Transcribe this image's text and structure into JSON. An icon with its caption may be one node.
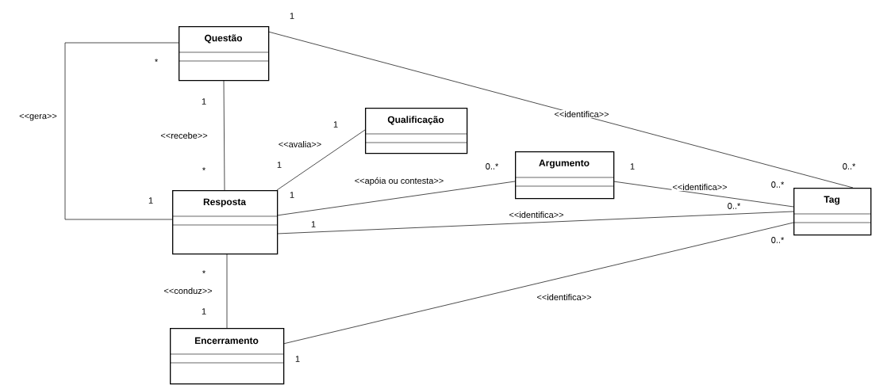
{
  "diagram": {
    "nodes": [
      {
        "text": [
          "Questão"
        ]
      },
      {
        "text": [
          "Qualificação"
        ]
      },
      {
        "text": [
          "Argumento"
        ]
      },
      {
        "text": [
          "Resposta"
        ]
      },
      {
        "text": [
          "Tag"
        ]
      },
      {
        "text": [
          "Encerramento"
        ]
      }
    ],
    "edges": [
      {
        "from": 0,
        "to": 4,
        "arrow": "none",
        "label": "<<identifica>>"
      },
      {
        "from": 0,
        "to": 3,
        "arrow": "none",
        "label": "<<gera>>"
      },
      {
        "from": 0,
        "to": 3,
        "arrow": "none",
        "label": "<<recebe>>"
      },
      {
        "from": 3,
        "to": 1,
        "arrow": "none",
        "label": "<<avalia>>"
      },
      {
        "from": 3,
        "to": 2,
        "arrow": "none",
        "label": "<<apóia ou contesta>>"
      },
      {
        "from": 2,
        "to": 4,
        "arrow": "none",
        "label": "<<identifica>>"
      },
      {
        "from": 3,
        "to": 4,
        "arrow": "none",
        "label": "<<identifica>>"
      },
      {
        "from": 3,
        "to": 5,
        "arrow": "none",
        "label": "<<conduz>>"
      },
      {
        "from": 5,
        "to": 4,
        "arrow": "none",
        "label": "<<identifica>>"
      }
    ],
    "labels": [
      "1",
      "*",
      "1",
      "1",
      "1",
      "0..*",
      "1",
      "0..*",
      "*",
      "0..*",
      "1",
      "1",
      "0..*",
      "1",
      "0..*",
      "*",
      "1",
      "1"
    ]
  }
}
